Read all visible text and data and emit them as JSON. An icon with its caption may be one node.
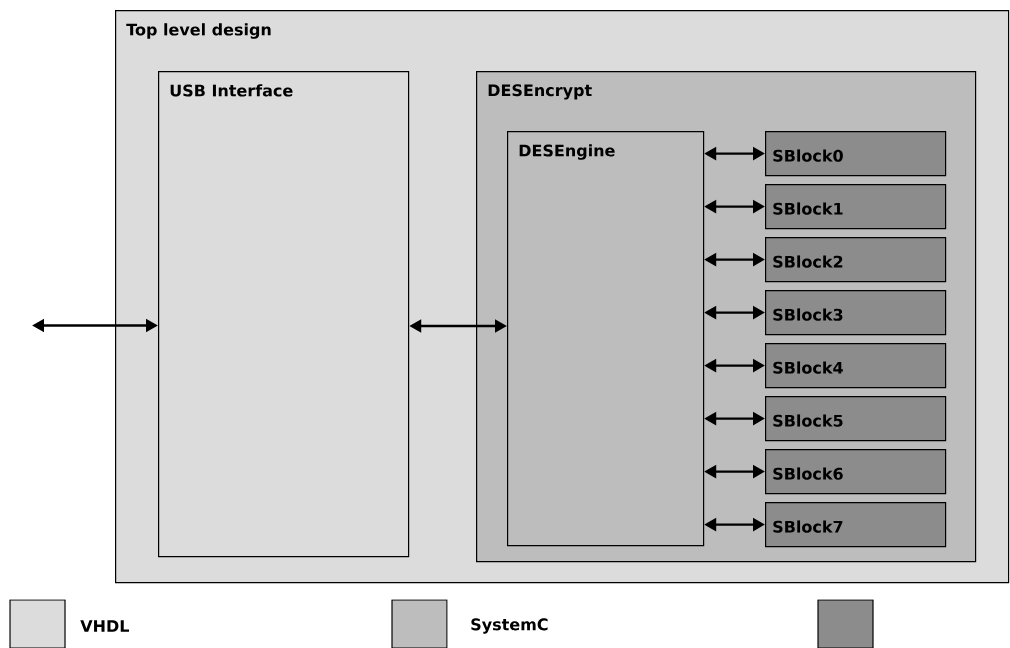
{
  "diagram": {
    "nodes": [
      {
        "text": [
          "Top level design"
        ]
      },
      {
        "text": [
          "USB Interface"
        ],
        "in": 0
      },
      {
        "text": [
          "DESEncrypt"
        ],
        "in": 0
      },
      {
        "text": [
          "DESEngine"
        ],
        "in": 2
      },
      {
        "text": [
          "SBlock0"
        ],
        "in": 2
      },
      {
        "text": [
          "SBlock1"
        ],
        "in": 2
      },
      {
        "text": [
          "SBlock2"
        ],
        "in": 2
      },
      {
        "text": [
          "SBlock3"
        ],
        "in": 2
      },
      {
        "text": [
          "SBlock4"
        ],
        "in": 2
      },
      {
        "text": [
          "SBlock5"
        ],
        "in": 2
      },
      {
        "text": [
          "SBlock6"
        ],
        "in": 2
      },
      {
        "text": [
          "SBlock7"
        ],
        "in": 2
      }
    ],
    "edges": [
      {
        "from": null,
        "to": 1,
        "arrow": "both"
      },
      {
        "from": 1,
        "to": 3,
        "arrow": "both"
      },
      {
        "from": 3,
        "to": 4,
        "arrow": "both"
      },
      {
        "from": 3,
        "to": 5,
        "arrow": "both"
      },
      {
        "from": 3,
        "to": 6,
        "arrow": "both"
      },
      {
        "from": 3,
        "to": 7,
        "arrow": "both"
      },
      {
        "from": 3,
        "to": 8,
        "arrow": "both"
      },
      {
        "from": 3,
        "to": 9,
        "arrow": "both"
      },
      {
        "from": 3,
        "to": 10,
        "arrow": "both"
      },
      {
        "from": 3,
        "to": 11,
        "arrow": "both"
      }
    ],
    "legend": [
      {
        "text": "VHDL",
        "color": "#dcdcdc"
      },
      {
        "text": "SystemC",
        "color": "#bdbdbd"
      }
    ]
  }
}
